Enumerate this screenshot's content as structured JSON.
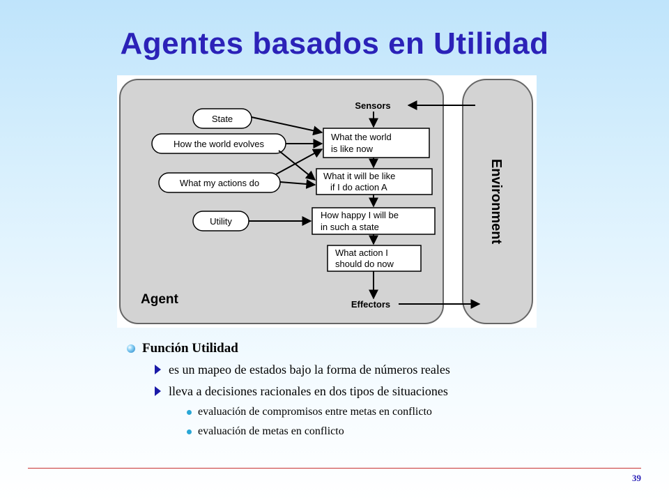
{
  "slide": {
    "title": "Agentes basados en Utilidad",
    "page_number": "39"
  },
  "diagram": {
    "agent_label": "Agent",
    "environment_label": "Environment",
    "sensors": "Sensors",
    "effectors": "Effectors",
    "state": "State",
    "world_evolves": "How the world evolves",
    "actions_do": "What my actions do",
    "utility": "Utility",
    "box1": [
      "What the world",
      "is like now"
    ],
    "box2": [
      "What it will be like",
      "if I do action A"
    ],
    "box3": [
      "How happy I will be",
      "in such a state"
    ],
    "box4": [
      "What action I",
      "should do now"
    ]
  },
  "bullets": {
    "main": "Función Utilidad",
    "sub1": "es un mapeo de estados bajo la forma de números reales",
    "sub2": "lleva a decisiones racionales en dos tipos de situaciones",
    "subsub1": "evaluación de compromisos entre metas en conflicto",
    "subsub2": "evaluación de metas en conflicto"
  },
  "colors": {
    "title": "#2b22b8",
    "footer_line": "#c83232",
    "panel_fill": "#d3d3d3"
  }
}
